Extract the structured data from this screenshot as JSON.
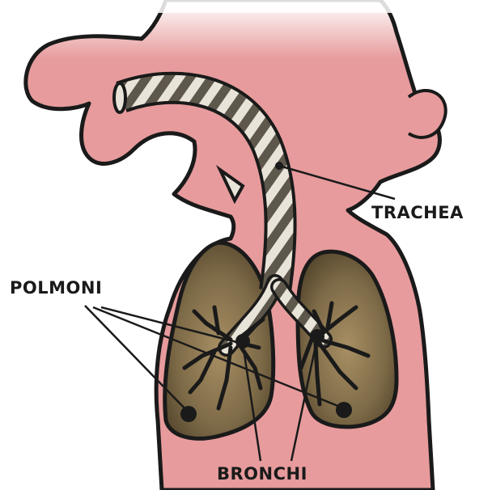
{
  "labels": {
    "trachea": "TRACHEA",
    "polmoni": "POLMONI",
    "bronchi": "BRONCHI"
  },
  "colors": {
    "skin": "#e79b9c",
    "outline": "#1a1a1a",
    "lung": "#7d6a47",
    "trachea_light": "#e9e4d9",
    "trachea_dark": "#5e584c"
  }
}
